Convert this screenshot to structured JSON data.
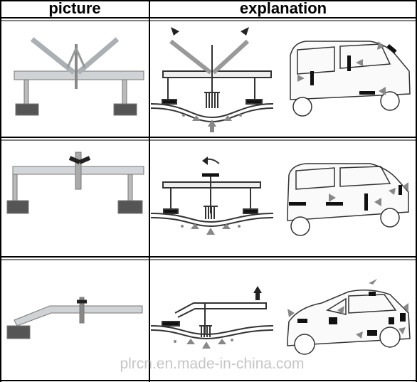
{
  "table": {
    "headers": [
      "picture",
      "explanation"
    ]
  },
  "watermark": "plrcn.en.made-in-china.com"
}
